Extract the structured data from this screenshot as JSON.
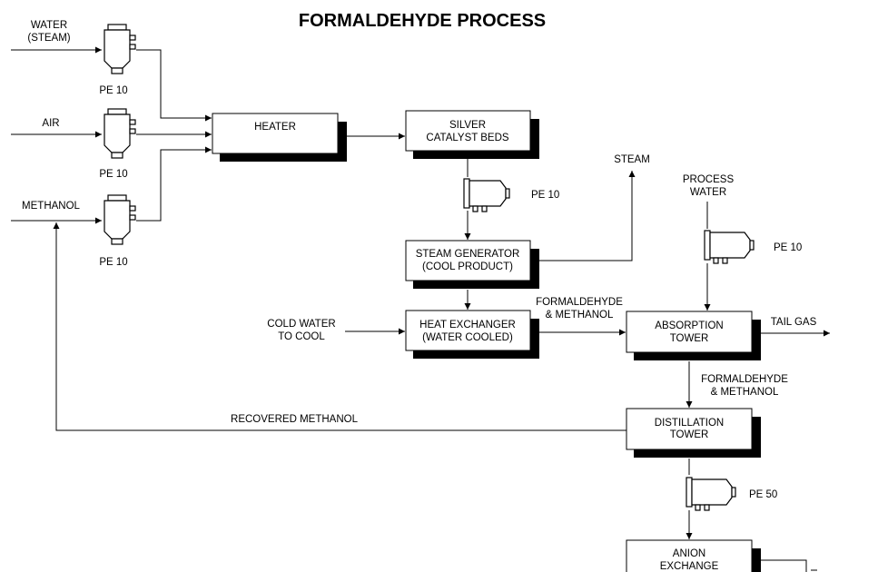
{
  "title": "FORMALDEHYDE PROCESS",
  "inputs": {
    "water": [
      "WATER",
      "(STEAM)"
    ],
    "air": "AIR",
    "methanol": "METHANOL",
    "cold_water": [
      "COLD WATER",
      "TO COOL"
    ],
    "process_water": [
      "PROCESS",
      "WATER"
    ]
  },
  "boxes": {
    "heater": [
      "HEATER"
    ],
    "silver": [
      "SILVER",
      "CATALYST BEDS"
    ],
    "steam_gen": [
      "STEAM GENERATOR",
      "(COOL PRODUCT)"
    ],
    "heat_ex": [
      "HEAT EXCHANGER",
      "(WATER COOLED)"
    ],
    "absorption": [
      "ABSORPTION",
      "TOWER"
    ],
    "distillation": [
      "DISTILLATION",
      "TOWER"
    ],
    "anion": [
      "ANION",
      "EXCHANGE"
    ]
  },
  "filters": {
    "f1": "PE 10",
    "f2": "PE 10",
    "f3": "PE 10",
    "f4": "PE 10",
    "f5": "PE 10",
    "f6": "PE 50"
  },
  "streams": {
    "steam_out": "STEAM",
    "tail_gas": "TAIL GAS",
    "formaldehyde_1": [
      "FORMALDEHYDE",
      "& METHANOL"
    ],
    "formaldehyde_2": [
      "FORMALDEHYDE",
      "& METHANOL"
    ],
    "recovered_methanol": "RECOVERED METHANOL"
  }
}
